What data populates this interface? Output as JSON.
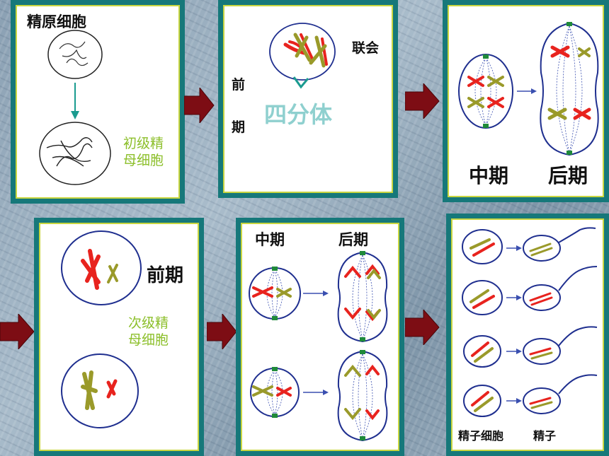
{
  "panel1": {
    "title": "精原细胞",
    "caption_line1": "初级精",
    "caption_line2": "母细胞"
  },
  "panel2": {
    "label_synapsis": "联会",
    "label_prophase_1": "前",
    "label_prophase_2": "期",
    "label_tetrad": "四分体"
  },
  "panel3": {
    "label_metaphase": "中期",
    "label_anaphase": "后期"
  },
  "panel4": {
    "label_prophase": "前期",
    "caption_line1": "次级精",
    "caption_line2": "母细胞"
  },
  "panel5": {
    "label_metaphase": "中期",
    "label_anaphase": "后期"
  },
  "panel6": {
    "label_spermatid": "精子细胞",
    "label_sperm": "精子"
  },
  "colors": {
    "panel_border": "#16787a",
    "inner_border": "#c9d640",
    "chromosome_red": "#e8231e",
    "chromosome_olive": "#9a9a2a",
    "cell_outline": "#1f2f8f",
    "arrow_fill": "#7d0d14",
    "caption_green": "#8cbf2a",
    "tetrad_teal": "#8fd0cf"
  }
}
